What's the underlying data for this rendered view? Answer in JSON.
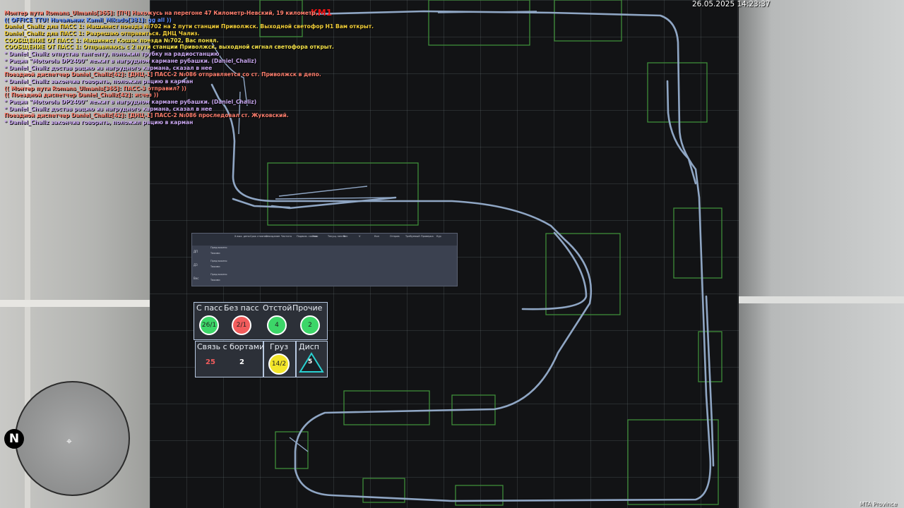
{
  "clock": "26.05.2025 14:23:37",
  "branding": "MTA Province",
  "location_overlay": "КМ1",
  "chat": [
    {
      "text": "Монтер пути Romans_Ulmanis[365]: [ПЧ] Нахожусь на перегоне 47 Километр-Невский, 19 километр.",
      "color": "#ff7f6e"
    },
    {
      "text": "(( OFFICE TTU! Начальник Kamil_Mikado[381]: gg all ))",
      "color": "#5b8cff"
    },
    {
      "text": "Daniel_Chaliz для ПАСС 1: Машинист поезда №702 на 2 пути станции Приволжск. Выходной светофор Н1 Вам открыт.",
      "color": "#f5d13a"
    },
    {
      "text": "Daniel_Chaliz для ПАСС 1: Разрешаю отправиться. ДНЦ Чализ.",
      "color": "#f5d13a"
    },
    {
      "text": "СООБЩЕНИЕ ОТ ПАСС 1: Машинист Кошак поезда №702, Вас понял.",
      "color": "#f5e24a"
    },
    {
      "text": "СООБЩЕНИЕ ОТ ПАСС 1: Отправляюсь с 2 пути станции Приволжск, выходной сигнал светофора открыт.",
      "color": "#f5e24a"
    },
    {
      "text": "* Daniel_Chaliz отпустив тангенту, положил трубку на радиостанцию",
      "color": "#c9a7f0"
    },
    {
      "text": "* Рация \"Motorola DP2400\" лежит в нагрудном кармане рубашки. (Daniel_Chaliz)",
      "color": "#c9a7f0"
    },
    {
      "text": "* Daniel_Chaliz достав рацию из нагрудного кармана, сказал в нее",
      "color": "#c9a7f0"
    },
    {
      "text": "Поездной диспетчер Daniel_Chaliz[42]: [ДНЦ-1] ПАСС-2 №086 отправляется со ст. Приволжск в депо.",
      "color": "#ff7f6e"
    },
    {
      "text": "* Daniel_Chaliz закончив говорить, положил рацию в карман",
      "color": "#c9a7f0"
    },
    {
      "text": "(( Монтер пути Romans_Ulmanis[365]: ПАСС-3 отправил? ))",
      "color": "#ff7f6e"
    },
    {
      "text": "(( Поездной диспетчер Daniel_Chaliz[42]: исчез ))",
      "color": "#ff7f6e"
    },
    {
      "text": "* Рация \"Motorola DP2400\" лежит в нагрудном кармане рубашки. (Daniel_Chaliz)",
      "color": "#c9a7f0"
    },
    {
      "text": "* Daniel_Chaliz достав рацию из нагрудного кармана, сказал в нее",
      "color": "#c9a7f0"
    },
    {
      "text": "Поездной диспетчер Daniel_Chaliz[42]: [ДНЦ-1] ПАСС-2 №086 проследовал ст. Жуковский.",
      "color": "#ff7f6e"
    },
    {
      "text": "* Daniel_Chaliz закончив говорить, положил рацию в карман",
      "color": "#c9a7f0"
    }
  ],
  "schedule": {
    "columns": [
      "Х.вых. депо",
      "Срок стоянки",
      "Опоздание",
      "Частота",
      "Подвиж. состав",
      "Хвос",
      "Текущ. место",
      "Вес",
      "V",
      "Кол",
      "Отправ",
      "Требуемый",
      "Проверка",
      "Кур"
    ],
    "rows": [
      {
        "label": "ДП",
        "items": [
          "Предложено",
          "Твоими"
        ]
      },
      {
        "label": "ДЗ",
        "items": [
          "Предложено",
          "Твоими"
        ]
      },
      {
        "label": "Вес",
        "items": [
          "Предложено",
          "Твоими"
        ]
      }
    ]
  },
  "status_panel": {
    "headers": [
      "С пасс",
      "Без пасс",
      "Отстой",
      "Прочие"
    ],
    "values": [
      "26/1",
      "2/1",
      "4",
      "2"
    ],
    "connection_label": "Связь с бортами",
    "connection_values": [
      "25",
      "2"
    ],
    "cargo_label": "Груз",
    "cargo_value": "14/2",
    "dispatch_label": "Дисп",
    "dispatch_value": "5"
  },
  "minimap": {
    "north_label": "N"
  },
  "colors": {
    "track": "#8fa6c4",
    "station_box": "#3f8d3a",
    "green": "#3cd668",
    "red": "#f25c5c",
    "yellow": "#f2e52a",
    "dispatch": "#2ad1d1"
  }
}
